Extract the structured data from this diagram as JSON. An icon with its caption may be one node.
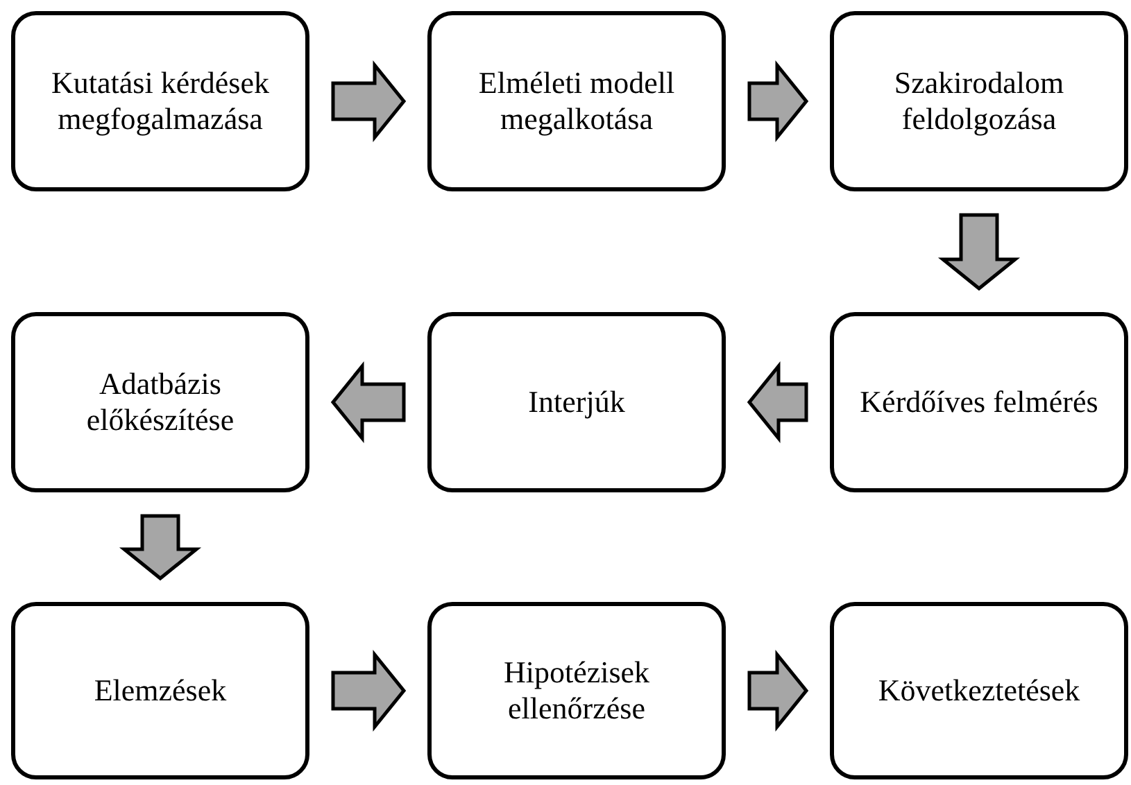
{
  "diagram": {
    "nodes": [
      {
        "text": [
          "Kutatási kérdések megfogalmazása"
        ]
      },
      {
        "text": [
          "Elméleti modell megalkotása"
        ]
      },
      {
        "text": [
          "Szakirodalom feldolgozása"
        ]
      },
      {
        "text": [
          "Adatbázis előkészítése"
        ]
      },
      {
        "text": [
          "Interjúk"
        ]
      },
      {
        "text": [
          "Kérdőíves felmérés"
        ]
      },
      {
        "text": [
          "Elemzések"
        ]
      },
      {
        "text": [
          "Hipotézisek ellenőrzése"
        ]
      },
      {
        "text": [
          "Következtetések"
        ]
      }
    ],
    "edges": [
      {
        "from": 0,
        "to": 1,
        "arrow": "to"
      },
      {
        "from": 1,
        "to": 2,
        "arrow": "to"
      },
      {
        "from": 2,
        "to": 5,
        "arrow": "to"
      },
      {
        "from": 5,
        "to": 4,
        "arrow": "to"
      },
      {
        "from": 4,
        "to": 3,
        "arrow": "to"
      },
      {
        "from": 3,
        "to": 6,
        "arrow": "to"
      },
      {
        "from": 6,
        "to": 7,
        "arrow": "to"
      },
      {
        "from": 7,
        "to": 8,
        "arrow": "to"
      }
    ]
  }
}
